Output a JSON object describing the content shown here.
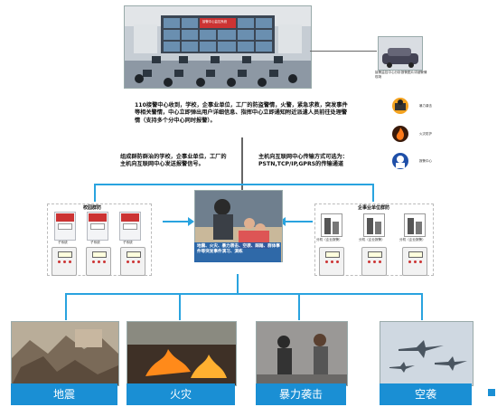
{
  "top": {
    "center_text": "110接警中心收到，学校，企事业单位，工厂的防盗警情，火警，紧急求救，突发事件等相关警情，中心立即弹出用户详细信息、指挥中心立即通知附近派遣人员前往处理警情（支持多个分中心同时报警）。",
    "photo_caption": "接警监控中心分析报警图片详细警情现场",
    "screen_banner": "接警中心监控系统"
  },
  "side_icons": [
    {
      "name": "暴力袭击"
    },
    {
      "name": "火灾防护"
    },
    {
      "name": "报警中心"
    }
  ],
  "middle": {
    "left_text": "组成群防群治的学校，企事业单位，工厂的主机向互联网中心发送报警信号。",
    "right_text": "主机向互联网中心传输方式可选为：PSTN,TCP/IP,GPRS的传输通道",
    "center_caption": "地震、火灾、暴力袭击、空袭、踩踏、群体事件等突发事件演习、演练"
  },
  "left_group": {
    "title": "校园群防",
    "panels": [
      "子系统",
      "子系统",
      "子系统"
    ],
    "devices": [
      "",
      "",
      ""
    ]
  },
  "right_group": {
    "title": "企事业单位群防",
    "buildings": [
      "分机（企业报警）",
      "分机（企业报警）",
      "分机（企业报警）"
    ]
  },
  "disasters": [
    {
      "label": "地震"
    },
    {
      "label": "火灾"
    },
    {
      "label": "暴力袭击"
    },
    {
      "label": "空袭"
    }
  ],
  "colors": {
    "accent": "#29a3df",
    "label_bg": "#1a8fd4"
  }
}
